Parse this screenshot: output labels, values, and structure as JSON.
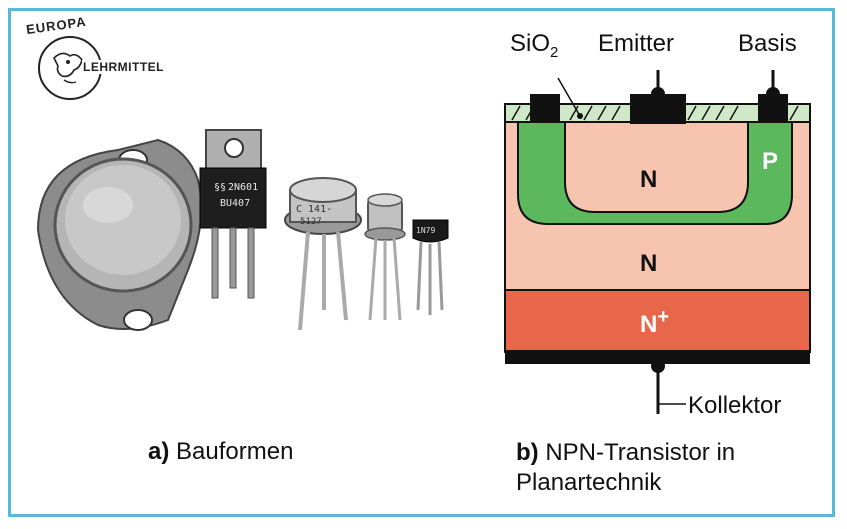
{
  "logo": {
    "top_text": "EUROPA",
    "side_text": "LEHRMITTEL"
  },
  "captions": {
    "a_marker": "a)",
    "a_text": "Bauformen",
    "b_marker": "b)",
    "b_line1": "NPN-Transistor in",
    "b_line2": "Planartechnik"
  },
  "photo": {
    "to3_marking": "",
    "to220_line1": "2N601",
    "to220_line2": "BU407",
    "to39_line1": "C 141-",
    "to39_line2": "5127",
    "to92_marking": "1N79"
  },
  "diagram": {
    "label_sio2_base": "SiO",
    "label_sio2_sub": "2",
    "label_emitter": "Emitter",
    "label_basis": "Basis",
    "label_kollektor": "Kollektor",
    "region_n_emitter": "N",
    "region_p": "P",
    "region_n_collector": "N",
    "region_nplus_base": "N",
    "region_nplus_sup": "+"
  },
  "colors": {
    "frame": "#5bb8dd",
    "n_region": "#f7c4b0",
    "p_region": "#5cb85c",
    "nplus_region": "#e8664a",
    "oxide": "#cfe8c8",
    "metal": "#111111"
  }
}
